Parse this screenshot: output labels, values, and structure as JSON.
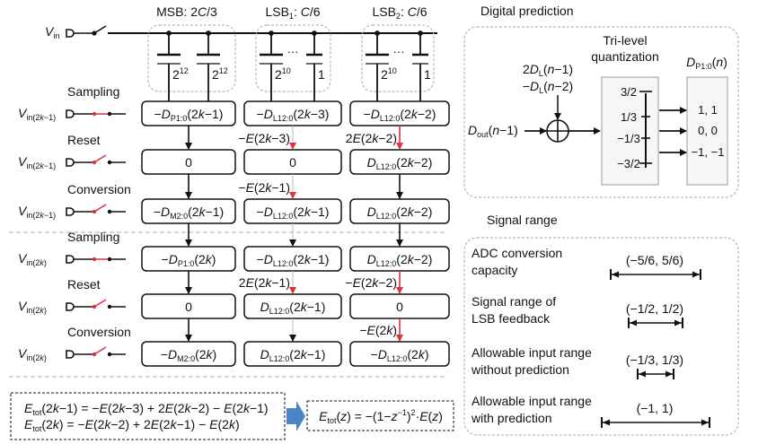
{
  "headers": {
    "msb": [
      "MSB: 2",
      {
        "i": "C"
      },
      "/3"
    ],
    "lsb1": [
      "LSB",
      {
        "sub": "1"
      },
      ": ",
      {
        "i": "C"
      },
      "/6"
    ],
    "lsb2": [
      "LSB",
      {
        "sub": "2"
      },
      ": ",
      {
        "i": "C"
      },
      "/6"
    ],
    "digital_prediction": "Digital prediction",
    "signal_range": "Signal range"
  },
  "vin_main": [
    {
      "i": "V"
    },
    {
      "sub": "in"
    }
  ],
  "capacitors": {
    "msb": [
      [
        "2",
        {
          "sup": "12"
        }
      ],
      [
        "2",
        {
          "sup": "12"
        }
      ]
    ],
    "lsb1": [
      [
        "2",
        {
          "sup": "10"
        }
      ],
      [
        "1"
      ]
    ],
    "lsb2": [
      [
        "2",
        {
          "sup": "10"
        }
      ],
      [
        "1"
      ]
    ],
    "ellipsis": "···"
  },
  "phases": [
    {
      "label": "Sampling",
      "switch": "closed",
      "vin": [
        {
          "i": "V"
        },
        {
          "sub": "in(2"
        },
        {
          "sub": "k",
          "i2": true
        },
        {
          "sub": "−1)"
        }
      ]
    },
    {
      "label": "Reset",
      "switch": "open",
      "vin": [
        {
          "i": "V"
        },
        {
          "sub": "in(2"
        },
        {
          "sub": "k",
          "i2": true
        },
        {
          "sub": "−1)"
        }
      ]
    },
    {
      "label": "Conversion",
      "switch": "open",
      "vin": [
        {
          "i": "V"
        },
        {
          "sub": "in(2"
        },
        {
          "sub": "k",
          "i2": true
        },
        {
          "sub": "−1)"
        }
      ]
    },
    {
      "label": "Sampling",
      "switch": "closed",
      "vin": [
        {
          "i": "V"
        },
        {
          "sub": "in(2"
        },
        {
          "sub": "k",
          "i2": true
        },
        {
          "sub": ")"
        }
      ]
    },
    {
      "label": "Reset",
      "switch": "open",
      "vin": [
        {
          "i": "V"
        },
        {
          "sub": "in(2"
        },
        {
          "sub": "k",
          "i2": true
        },
        {
          "sub": ")"
        }
      ]
    },
    {
      "label": "Conversion",
      "switch": "open",
      "vin": [
        {
          "i": "V"
        },
        {
          "sub": "in(2"
        },
        {
          "sub": "k",
          "i2": true
        },
        {
          "sub": ")"
        }
      ]
    }
  ],
  "rows": [
    [
      [
        "−",
        {
          "i": "D"
        },
        {
          "sub": "P1:0"
        },
        "(2",
        {
          "i": "k"
        },
        "−1)"
      ],
      [
        "−",
        {
          "i": "D"
        },
        {
          "sub": "L12:0"
        },
        "(2",
        {
          "i": "k"
        },
        "−3)"
      ],
      [
        "−",
        {
          "i": "D"
        },
        {
          "sub": "L12:0"
        },
        "(2",
        {
          "i": "k"
        },
        "−2)"
      ]
    ],
    [
      [
        "0"
      ],
      [
        "0"
      ],
      [
        {
          "i": "D"
        },
        {
          "sub": "L12:0"
        },
        "(2",
        {
          "i": "k"
        },
        "−2)"
      ]
    ],
    [
      [
        "−",
        {
          "i": "D"
        },
        {
          "sub": "M2:0"
        },
        "(2",
        {
          "i": "k"
        },
        "−1)"
      ],
      [
        "−",
        {
          "i": "D"
        },
        {
          "sub": "L12:0"
        },
        "(2",
        {
          "i": "k"
        },
        "−1)"
      ],
      [
        {
          "i": "D"
        },
        {
          "sub": "L12:0"
        },
        "(2",
        {
          "i": "k"
        },
        "−2)"
      ]
    ],
    [
      [
        "−",
        {
          "i": "D"
        },
        {
          "sub": "P1:0"
        },
        "(2",
        {
          "i": "k"
        },
        ")"
      ],
      [
        "−",
        {
          "i": "D"
        },
        {
          "sub": "L12:0"
        },
        "(2",
        {
          "i": "k"
        },
        "−1)"
      ],
      [
        {
          "i": "D"
        },
        {
          "sub": "L12:0"
        },
        "(2",
        {
          "i": "k"
        },
        "−2)"
      ]
    ],
    [
      [
        "0"
      ],
      [
        {
          "i": "D"
        },
        {
          "sub": "L12:0"
        },
        "(2",
        {
          "i": "k"
        },
        "−1)"
      ],
      [
        "0"
      ]
    ],
    [
      [
        "−",
        {
          "i": "D"
        },
        {
          "sub": "M2:0"
        },
        "(2",
        {
          "i": "k"
        },
        ")"
      ],
      [
        {
          "i": "D"
        },
        {
          "sub": "L12:0"
        },
        "(2",
        {
          "i": "k"
        },
        "−1)"
      ],
      [
        "−",
        {
          "i": "D"
        },
        {
          "sub": "L12:0"
        },
        "(2",
        {
          "i": "k"
        },
        ")"
      ]
    ]
  ],
  "transitions": [
    [
      "black",
      "red",
      "red"
    ],
    [
      "black",
      "red",
      "black"
    ],
    [
      "black",
      "gray",
      "black"
    ],
    [
      "black",
      "red",
      "red"
    ],
    [
      "black",
      "gray",
      "red"
    ]
  ],
  "errors": [
    {
      "after_row": 0,
      "col": 1,
      "text": [
        "−",
        {
          "i": "E"
        },
        "(2",
        {
          "i": "k"
        },
        "−3)"
      ]
    },
    {
      "after_row": 0,
      "col": 2,
      "text": [
        "2",
        {
          "i": "E"
        },
        "(2",
        {
          "i": "k"
        },
        "−2)"
      ]
    },
    {
      "after_row": 1,
      "col": 1,
      "text": [
        "−",
        {
          "i": "E"
        },
        "(2",
        {
          "i": "k"
        },
        "−1)"
      ]
    },
    {
      "after_row": 3,
      "col": 1,
      "text": [
        "2",
        {
          "i": "E"
        },
        "(2",
        {
          "i": "k"
        },
        "−1)"
      ]
    },
    {
      "after_row": 3,
      "col": 2,
      "text": [
        "−",
        {
          "i": "E"
        },
        "(2",
        {
          "i": "k"
        },
        "−2)"
      ]
    },
    {
      "after_row": 4,
      "col": 2,
      "text": [
        "−",
        {
          "i": "E"
        },
        "(2",
        {
          "i": "k"
        },
        ")"
      ]
    }
  ],
  "equations": {
    "line1": [
      {
        "i": "E"
      },
      {
        "sub": "tot"
      },
      "(2",
      {
        "i": "k"
      },
      "−1) = −",
      {
        "i": "E"
      },
      "(2",
      {
        "i": "k"
      },
      "−3) + 2",
      {
        "i": "E"
      },
      "(2",
      {
        "i": "k"
      },
      "−2) − ",
      {
        "i": "E"
      },
      "(2",
      {
        "i": "k"
      },
      "−1)"
    ],
    "line2": [
      {
        "i": "E"
      },
      {
        "sub": "tot"
      },
      "(2",
      {
        "i": "k"
      },
      ") = −",
      {
        "i": "E"
      },
      "(2",
      {
        "i": "k"
      },
      "−2) + 2",
      {
        "i": "E"
      },
      "(2",
      {
        "i": "k"
      },
      "−1) − ",
      {
        "i": "E"
      },
      "(2",
      {
        "i": "k"
      },
      ")"
    ],
    "result": [
      {
        "i": "E"
      },
      {
        "sub": "tot"
      },
      "(",
      {
        "i": "z"
      },
      ") = −(1−",
      {
        "i": "z"
      },
      {
        "sup": "−1"
      },
      ")",
      {
        "sup": "2"
      },
      "·",
      {
        "i": "E"
      },
      "(",
      {
        "i": "z"
      },
      ")"
    ],
    "arrow_color": "#4a86c5"
  },
  "prediction": {
    "tri_level_1": "Tri-level",
    "tri_level_2": "quantization",
    "output_label": [
      {
        "i": "D"
      },
      {
        "sub": "P1:0"
      },
      "(",
      {
        "i": "n"
      },
      ")"
    ],
    "feedback_1": [
      "2",
      {
        "i": "D"
      },
      {
        "sub": "L"
      },
      "(",
      {
        "i": "n"
      },
      "−1)"
    ],
    "feedback_2": [
      "−",
      {
        "i": "D"
      },
      {
        "sub": "L"
      },
      "(",
      {
        "i": "n"
      },
      "−2)"
    ],
    "input": [
      {
        "i": "D"
      },
      {
        "sub": "out"
      },
      "(",
      {
        "i": "n"
      },
      "−1)"
    ],
    "levels": [
      "3/2",
      "1/3",
      "−1/3",
      "−3/2"
    ],
    "outputs": [
      "1, 1",
      "0, 0",
      "−1, −1"
    ]
  },
  "signal_range": {
    "items": [
      {
        "label": [
          "ADC conversion",
          "capacity"
        ],
        "range": "(−5/6, 5/6)",
        "min": -0.8333,
        "max": 0.8333
      },
      {
        "label": [
          "Signal range of",
          "LSB feedback"
        ],
        "range": "(−1/2, 1/2)",
        "min": -0.5,
        "max": 0.5
      },
      {
        "label": [
          "Allowable input range",
          "without prediction"
        ],
        "range": "(−1/3, 1/3)",
        "min": -0.3333,
        "max": 0.3333
      },
      {
        "label": [
          "Allowable input range",
          "with prediction"
        ],
        "range": "(−1, 1)",
        "min": -1,
        "max": 1
      }
    ]
  },
  "colors": {
    "red": "#e0323c",
    "gray": "#999999",
    "black": "#111111"
  }
}
